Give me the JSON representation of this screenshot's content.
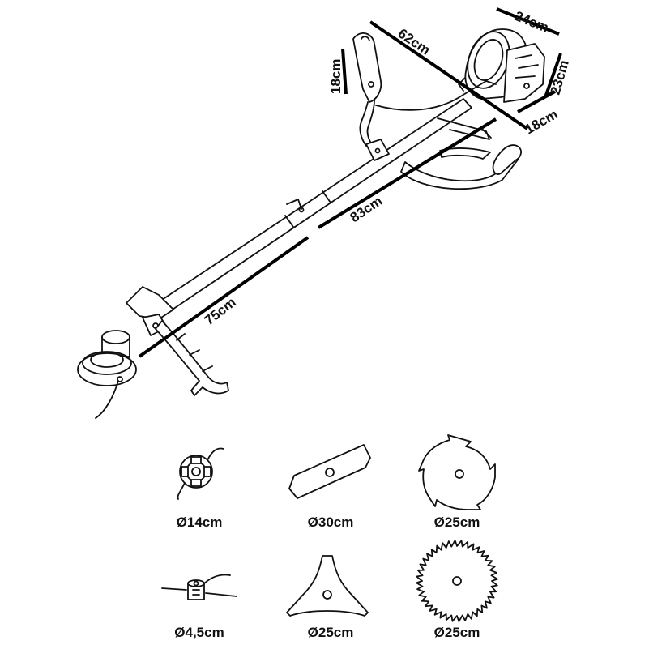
{
  "dimensions": {
    "tank_width": "24cm",
    "handle_span": "62cm",
    "grip_height": "18cm",
    "engine_height": "23cm",
    "engine_depth": "18cm",
    "upper_shaft": "83cm",
    "lower_shaft": "75cm"
  },
  "accessories": [
    {
      "name": "trimmer-head-large",
      "label": "Ø14cm"
    },
    {
      "name": "two-tooth-blade",
      "label": "Ø30cm"
    },
    {
      "name": "four-tooth-blade",
      "label": "Ø25cm"
    },
    {
      "name": "trimmer-head-small",
      "label": "Ø4,5cm"
    },
    {
      "name": "three-tooth-blade",
      "label": "Ø25cm"
    },
    {
      "name": "circular-saw-blade",
      "label": "Ø25cm"
    }
  ],
  "colors": {
    "line": "#111111",
    "background": "#ffffff"
  }
}
